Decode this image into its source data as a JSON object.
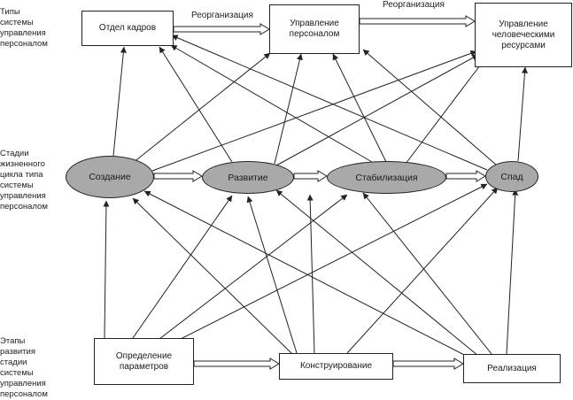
{
  "side_labels": {
    "types": [
      "Типы системы",
      "управления",
      "персоналом"
    ],
    "stages": [
      "Стадии",
      "жизненного",
      "цикла типа",
      "системы",
      "управления",
      "персоналом"
    ],
    "phases": [
      "Этапы развития",
      "стадии системы",
      "управления",
      "персоналом"
    ]
  },
  "types": {
    "hr_department": "Отдел кадров",
    "personnel_management": [
      "Управление",
      "персоналом"
    ],
    "human_resources_management": [
      "Управление",
      "человеческими",
      "ресурсами"
    ]
  },
  "reorganization_labels": [
    "Реорганизация",
    "Реорганизация"
  ],
  "stages": {
    "creation": "Создание",
    "development": "Развитие",
    "stabilization": "Стабилизация",
    "decline": "Спад"
  },
  "phases": {
    "parameters": [
      "Определение",
      "параметров"
    ],
    "design": "Конструирование",
    "implementation": "Реализация"
  }
}
